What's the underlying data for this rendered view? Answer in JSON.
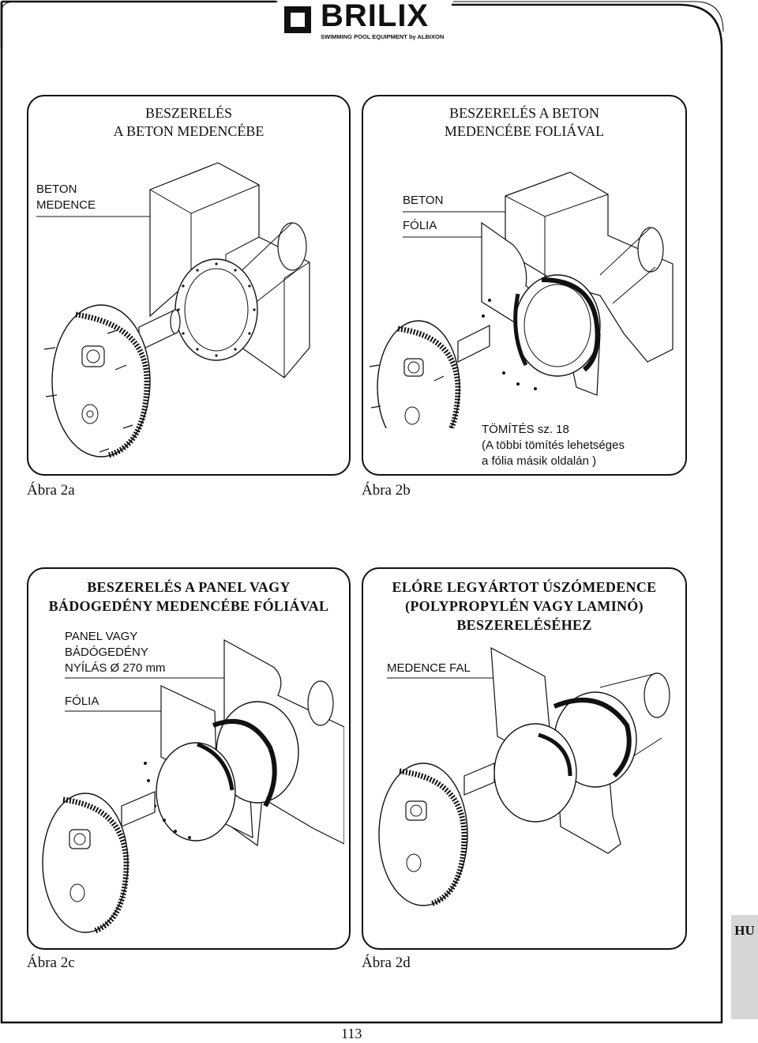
{
  "brand": {
    "name": "BRILIX",
    "tagline": "SWIMMING POOL EQUIPMENT by ALBIXON"
  },
  "panels": [
    {
      "title_line1": "BESZERELÉS",
      "title_line2": "A BETON MEDENCÉBE",
      "labels": [
        "BETON",
        "MEDENCE"
      ],
      "caption": "Ábra 2a"
    },
    {
      "title_line1": "BESZERELÉS  A BETON",
      "title_line2": "MEDENCÉBE FOLIÁVAL",
      "labels": [
        "BETON",
        "FÓLIA"
      ],
      "note_line1": "TÖMÍTÉS sz. 18",
      "note_line2": "(A többi tömítés lehetséges",
      "note_line3": "a fólia másik oldalán )",
      "caption": "Ábra 2b"
    },
    {
      "title_line1": "BESZERELÉS A PANEL VAGY",
      "title_line2": "BÁDOGEDÉNY MEDENCÉBE FÓLIÁVAL",
      "labels": [
        "PANEL VAGY",
        "BÁDÓGEDÉNY",
        "NYÍLÁS Ø 270 mm",
        "FÓLIA"
      ],
      "caption": "Ábra 2c"
    },
    {
      "title_line1": "ELÓRE LEGYÁRTOT ÚSZÓMEDENCE",
      "title_line2": "(POLYPROPYLÉN VAGY LAMINÓ)",
      "title_line3": "BESZERELÉSÉHEZ",
      "labels": [
        "MEDENCE FAL"
      ],
      "caption": "Ábra 2d"
    }
  ],
  "language_tab": "HU",
  "page_number": "113"
}
